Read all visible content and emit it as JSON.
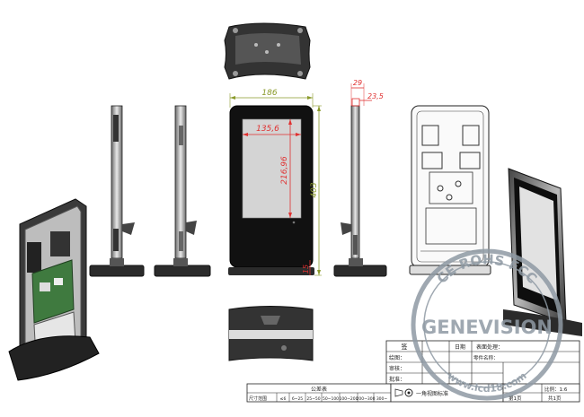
{
  "dimensions": {
    "width": "186",
    "height": "403",
    "screen_width": "135,6",
    "screen_height": "216,96",
    "base_height": "15",
    "depth": "29",
    "depth_screen": "23,5"
  },
  "stamp": {
    "brand": "GENEVISION",
    "certs": "CE ROHS FCC",
    "site": "www.lcd18.com"
  },
  "title_block": {
    "sign": "签",
    "date": "日期",
    "surface_label": "表面处理：",
    "drawing_label": "绘图：",
    "part_label": "零件名称：",
    "review_label": "审核：",
    "approve_label": "批准：",
    "tolerance_title": "公差表",
    "size_range_label": "尺寸范围",
    "ranges": [
      "≤6",
      "6~25",
      "25~50",
      "50~100",
      "100~200",
      "200~300",
      "300~"
    ],
    "projection_label": "一角视图标准",
    "scale_label": "比例：1:6",
    "sheet_label": "第1页",
    "total_label": "共1页"
  },
  "colors": {
    "line": "#222222",
    "dim_green": "#8a9a2a",
    "dim_red": "#e03030",
    "stamp": "#8f9aa4",
    "screen_gray": "#d4d4d4"
  }
}
